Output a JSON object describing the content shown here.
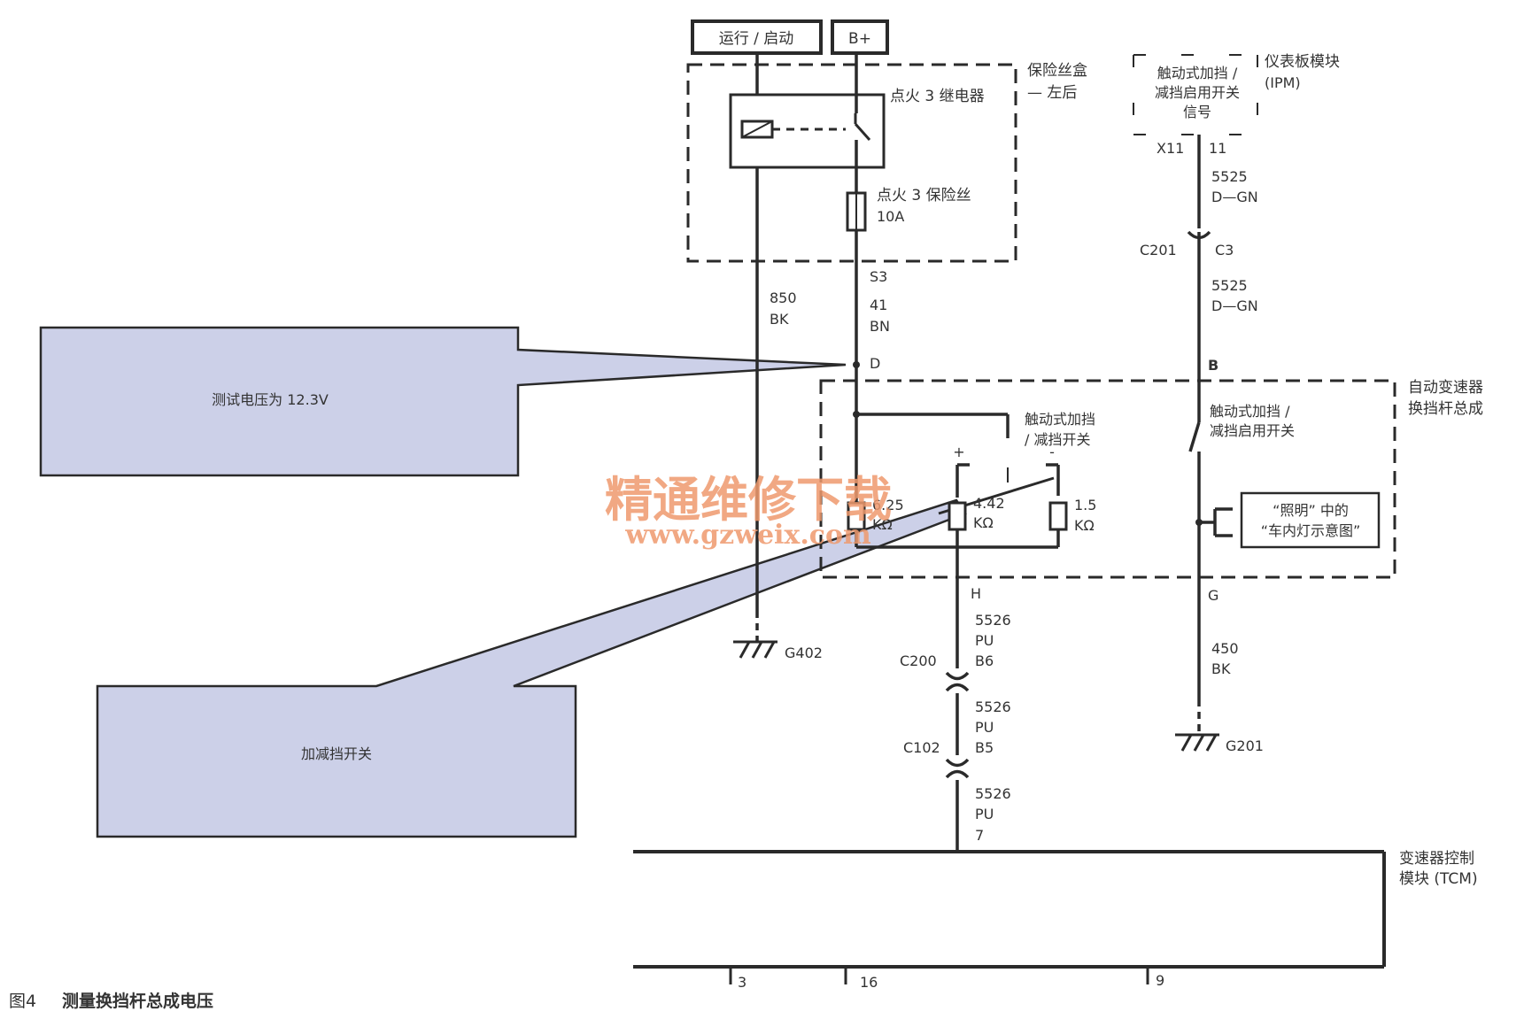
{
  "caption": {
    "figure_no": "图4",
    "title": "测量换挡杆总成电压"
  },
  "supplies": {
    "run_start": "运行 / 启动",
    "b_plus": "B+"
  },
  "fuse_box": {
    "title": "保险丝盒",
    "subtitle": "— 左后",
    "relay": "点火 3 继电器",
    "fuse": "点火 3 保险丝",
    "fuse_rating": "10A"
  },
  "ipm": {
    "title": "仪表板模块",
    "abbr": "(IPM)",
    "signal_line1": "触动式加挡 /",
    "signal_line2": "减挡启用开关",
    "signal_line3": "信号",
    "connector": "X11",
    "pin": "11"
  },
  "wires": {
    "w5525_a_num": "5525",
    "w5525_a_color": "D—GN",
    "c201": "C201",
    "c3": "C3",
    "w5525_b_num": "5525",
    "w5525_b_color": "D—GN",
    "pin_b": "B",
    "w850_num": "850",
    "w850_color": "BK",
    "s3": "S3",
    "w41_num": "41",
    "w41_color": "BN",
    "pin_d": "D",
    "pin_h": "H",
    "pin_g": "G",
    "w5526_a_num": "5526",
    "w5526_a_color": "PU",
    "c200": "C200",
    "c200_pin": "B6",
    "w5526_b_num": "5526",
    "w5526_b_color": "PU",
    "c102": "C102",
    "c102_pin": "B5",
    "w5526_c_num": "5526",
    "w5526_c_color": "PU",
    "tcm_pin": "7",
    "w450_num": "450",
    "w450_color": "BK",
    "g402": "G402",
    "g201": "G201"
  },
  "shifter": {
    "title_line1": "自动变速器",
    "title_line2": "换挡杆总成",
    "switch_line1": "触动式加挡",
    "switch_line2": "/ 减挡开关",
    "enable_line1": "触动式加挡 /",
    "enable_line2": "减挡启用开关",
    "plus": "+",
    "minus": "-",
    "r1_value": "6.25",
    "r1_unit": "KΩ",
    "r2_value": "4.42",
    "r2_unit": "KΩ",
    "r3_value": "1.5",
    "r3_unit": "KΩ",
    "lighting_line1": "“照明” 中的",
    "lighting_line2": "“车内灯示意图”"
  },
  "tcm": {
    "title_line1": "变速器控制",
    "title_line2": "模块 (TCM)",
    "pins": [
      "3",
      "16",
      "9"
    ]
  },
  "callouts": {
    "voltage": "测试电压为 12.3V",
    "switch": "加减挡开关"
  },
  "watermark": {
    "cn": "精通维修下载",
    "url": "www.gzweix.com"
  },
  "colors": {
    "line": "#2a2a2a",
    "callout_fill": "#ccd0e8",
    "watermark": "#ef9a6e"
  }
}
